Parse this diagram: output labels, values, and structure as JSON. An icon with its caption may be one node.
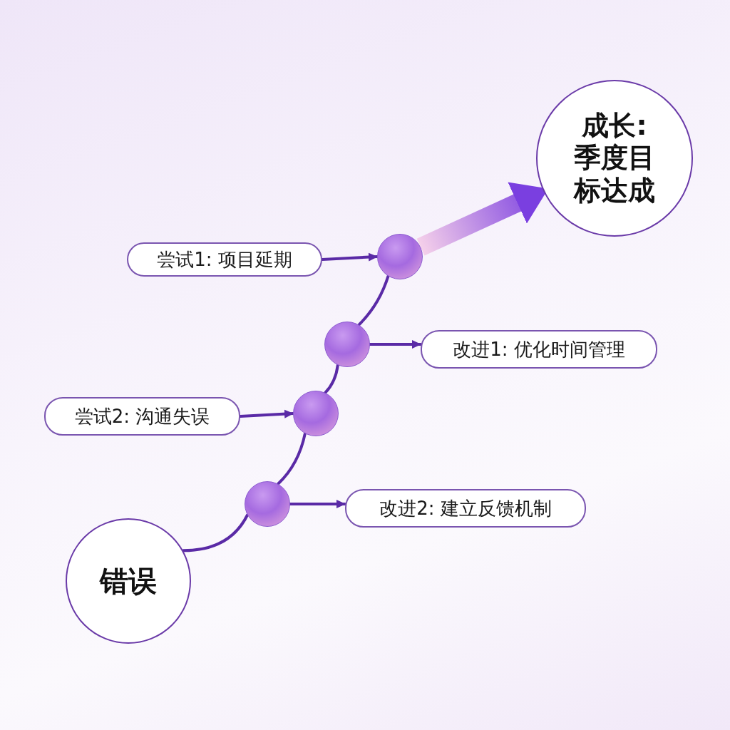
{
  "diagram": {
    "nodes": [
      {
        "text": [
          "成长:季度目标达成"
        ]
      },
      {
        "text": [
          "尝试1: 项目延期"
        ]
      },
      {
        "text": [],
        "shape": "circle"
      },
      {
        "text": [],
        "shape": "circle"
      },
      {
        "text": [
          "改进1: 优化时间管理"
        ]
      },
      {
        "text": [
          "尝试2: 沟通失误"
        ]
      },
      {
        "text": [],
        "shape": "circle"
      },
      {
        "text": [],
        "shape": "circle"
      },
      {
        "text": [
          "改进2: 建立反馈机制"
        ]
      },
      {
        "text": [
          "错误"
        ]
      }
    ],
    "edges": [
      {
        "from": 9,
        "to": 7,
        "arrow": "none"
      },
      {
        "from": 7,
        "to": 6,
        "arrow": "none"
      },
      {
        "from": 6,
        "to": 3,
        "arrow": "none"
      },
      {
        "from": 3,
        "to": 2,
        "arrow": "none"
      },
      {
        "from": 2,
        "to": 0,
        "arrow": "to",
        "style": "thick",
        "color": "#7a3fe0"
      },
      {
        "from": 1,
        "to": 2,
        "arrow": "to"
      },
      {
        "from": 3,
        "to": 4,
        "arrow": "to"
      },
      {
        "from": 5,
        "to": 6,
        "arrow": "to"
      },
      {
        "from": 7,
        "to": 8,
        "arrow": "to"
      }
    ]
  }
}
